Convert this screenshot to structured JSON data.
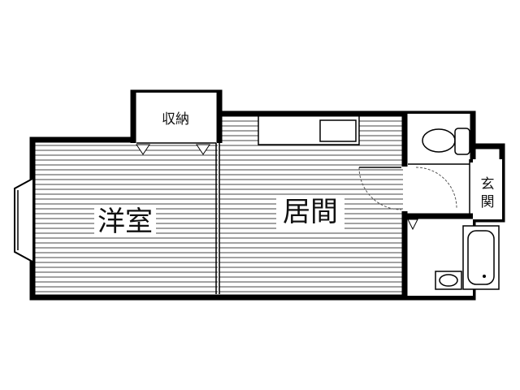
{
  "floor_plan": {
    "rooms": {
      "western_room": "洋室",
      "living_room": "居間",
      "storage": "収納",
      "entrance": "玄関"
    },
    "fixtures": [
      "toilet-icon",
      "bathtub-icon",
      "washbasin-icon",
      "kitchen-counter-icon",
      "sink-icon",
      "bay-window-icon"
    ],
    "colors": {
      "wall": "#000000",
      "hatch": "#444444",
      "background": "#ffffff"
    }
  }
}
